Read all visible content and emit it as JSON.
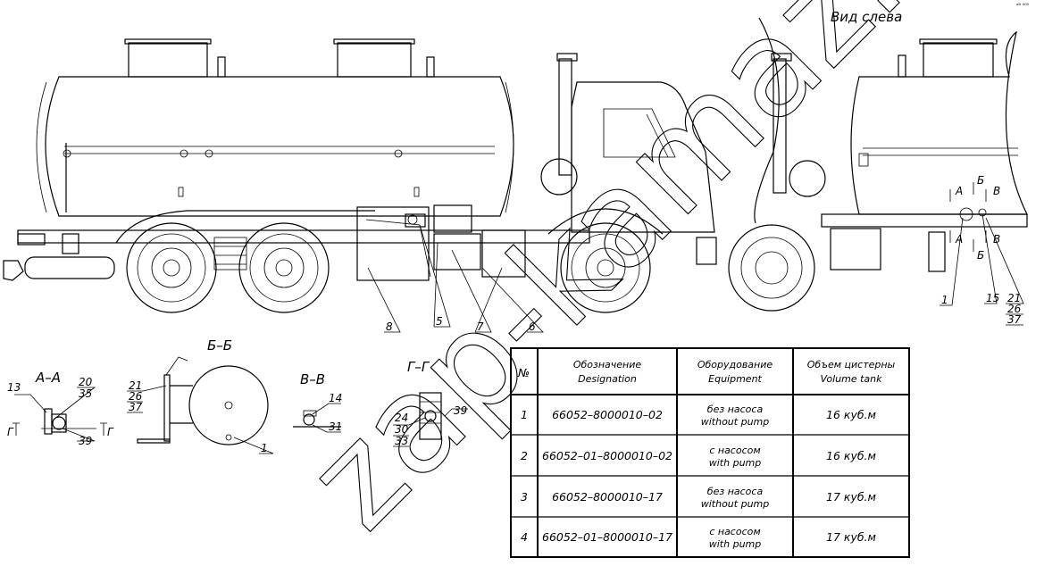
{
  "view_title": "Вид слева",
  "corner_mark": "ᵃᴮ ⁰⁰⁰",
  "watermark": "zap-kamaz.ru",
  "main_callouts": [
    "8",
    "5",
    "7",
    "6"
  ],
  "left_view_callouts": [
    "1",
    "15",
    "21",
    "26",
    "37"
  ],
  "left_view_section_marks": [
    "А",
    "Б",
    "В",
    "А",
    "Б",
    "В"
  ],
  "sections": {
    "aa": {
      "title": "А–А",
      "callouts": [
        "13",
        "20",
        "35",
        "39"
      ],
      "marks": [
        "Г",
        "Г"
      ]
    },
    "bb": {
      "title": "Б–Б",
      "callouts": [
        "21",
        "26",
        "37",
        "1"
      ]
    },
    "vv": {
      "title": "В–В",
      "callouts": [
        "14",
        "31"
      ]
    },
    "gg": {
      "title": "Г–Г",
      "callouts": [
        "24",
        "30",
        "33",
        "39"
      ]
    }
  },
  "table": {
    "headers": {
      "num": "№",
      "designation": [
        "Обозначение",
        "Designation"
      ],
      "equipment": [
        "Оборудование",
        "Equipment"
      ],
      "volume": [
        "Объем цистерны",
        "Volume tank"
      ]
    },
    "rows": [
      {
        "num": "1",
        "designation": "66052–8000010–02",
        "equipment": [
          "без насоса",
          "without pump"
        ],
        "volume": "16 куб.м"
      },
      {
        "num": "2",
        "designation": "66052–01–8000010–02",
        "equipment": [
          "с насосом",
          "with pump"
        ],
        "volume": "16 куб.м"
      },
      {
        "num": "3",
        "designation": "66052–8000010–17",
        "equipment": [
          "без насоса",
          "without pump"
        ],
        "volume": "17 куб.м"
      },
      {
        "num": "4",
        "designation": "66052–01–8000010–17",
        "equipment": [
          "с насосом",
          "with pump"
        ],
        "volume": "17 куб.м"
      }
    ]
  }
}
